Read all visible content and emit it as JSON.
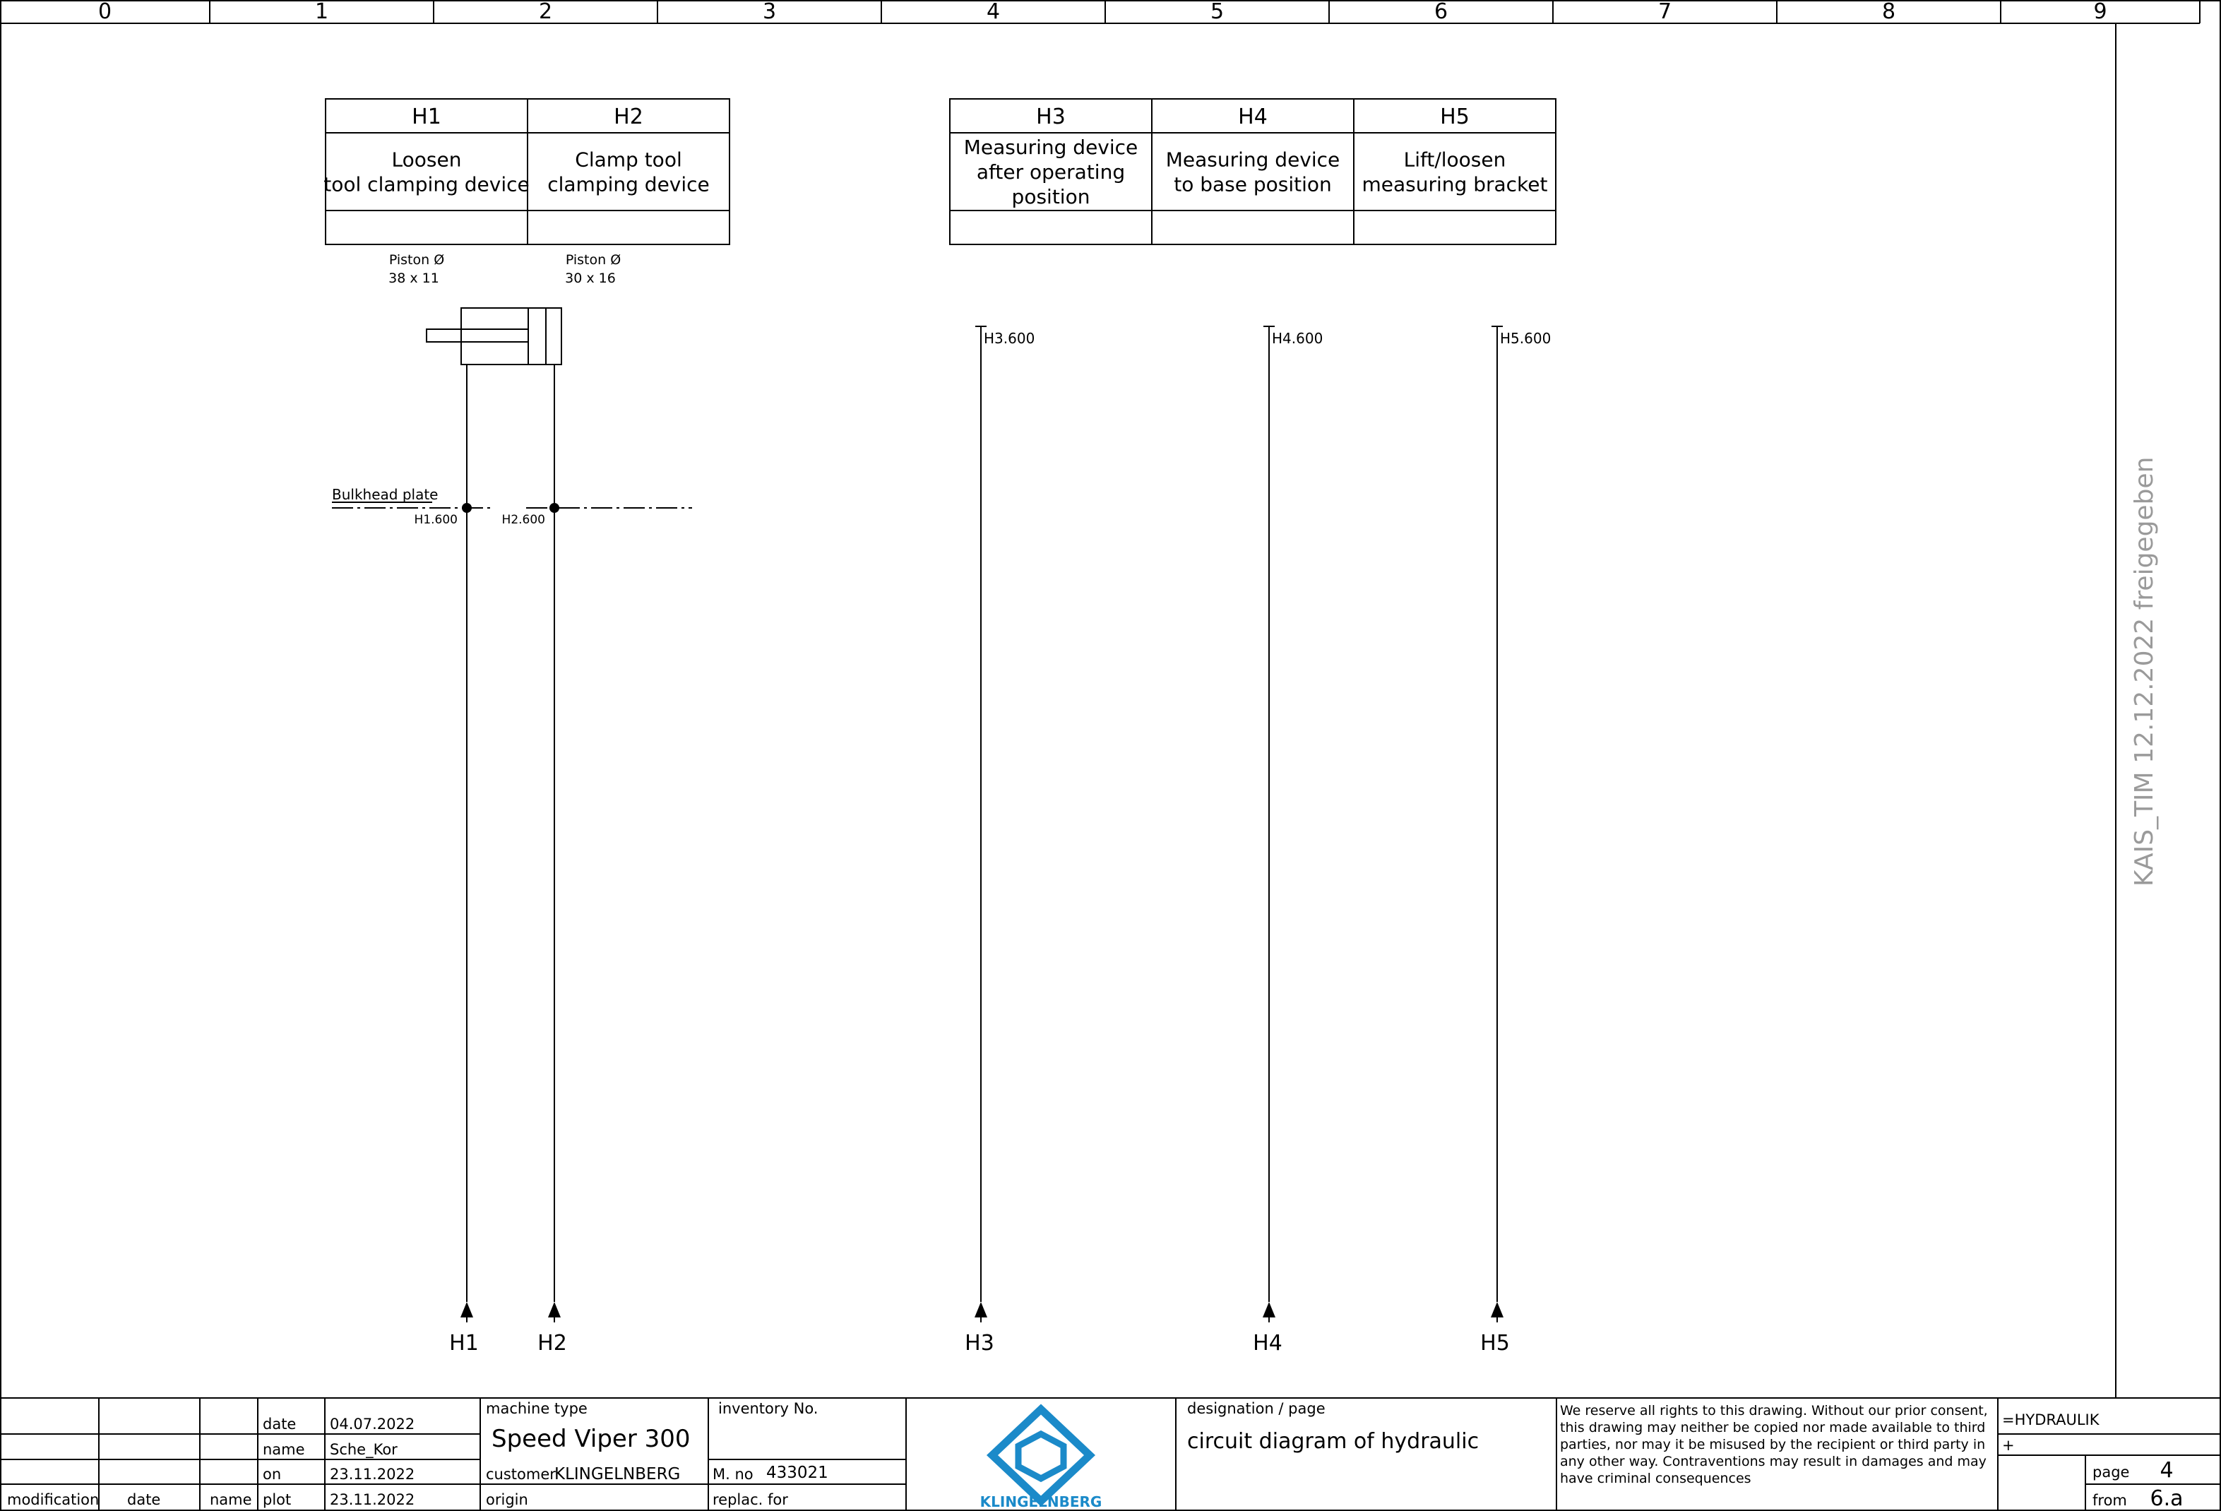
{
  "ruler": {
    "columns": [
      "0",
      "1",
      "2",
      "3",
      "4",
      "5",
      "6",
      "7",
      "8",
      "9"
    ]
  },
  "groups": [
    {
      "id": "left",
      "columns": [
        {
          "head": "H1",
          "lines": [
            "Loosen",
            "tool clamping device"
          ],
          "extra": ""
        },
        {
          "head": "H2",
          "lines": [
            "Clamp tool",
            "clamping device"
          ],
          "extra": ""
        }
      ]
    },
    {
      "id": "right",
      "columns": [
        {
          "head": "H3",
          "lines": [
            "Measuring device",
            "after operating",
            "position"
          ],
          "extra": ""
        },
        {
          "head": "H4",
          "lines": [
            "Measuring device",
            "to base position"
          ],
          "extra": ""
        },
        {
          "head": "H5",
          "lines": [
            "Lift/loosen",
            "measuring bracket"
          ],
          "extra": ""
        }
      ]
    }
  ],
  "pistons": [
    {
      "line1": "Piston Ø",
      "line2": "38 x 11"
    },
    {
      "line1": "Piston Ø",
      "line2": "30 x 16"
    }
  ],
  "bulkhead": {
    "label": "Bulkhead plate",
    "refs": [
      "H1.600",
      "H2.600"
    ]
  },
  "line_refs": [
    "H3.600",
    "H4.600",
    "H5.600"
  ],
  "connectors": [
    "H1",
    "H2",
    "H3",
    "H4",
    "H5"
  ],
  "watermark": "KAIS_TIM  12.12.2022  freigegeben",
  "title_block": {
    "row_labels": [
      "date",
      "name",
      "on",
      "plot"
    ],
    "row_values": [
      "04.07.2022",
      "Sche_Kor",
      "23.11.2022",
      "23.11.2022"
    ],
    "footer_labels": [
      "modification",
      "date",
      "name"
    ],
    "machine_type_label": "machine type",
    "machine_type": "Speed Viper 300",
    "inventory_label": "inventory No.",
    "customer_label": "customer",
    "customer": "KLINGELNBERG",
    "mno_label": "M. no",
    "mno": "433021",
    "origin_label": "origin",
    "replac_label": "replac. for",
    "logo_text": "KLINGELNBERG",
    "designation_label": "designation / page",
    "designation": "circuit diagram of hydraulic",
    "legal": [
      "We reserve all rights to this drawing. Without our prior consent,",
      "this drawing may neither be copied nor made available to third",
      "parties, nor may it be misused by the recipient or third party in",
      "any other way. Contraventions may result in damages and may",
      "have criminal consequences"
    ],
    "function": "=HYDRAULIK",
    "location": "+",
    "page_label": "page",
    "page": "4",
    "from_label": "from",
    "from": "6.a"
  },
  "colors": {
    "line": "#000000",
    "logo": "#1b8ac9",
    "watermark": "#9a9a9a"
  }
}
